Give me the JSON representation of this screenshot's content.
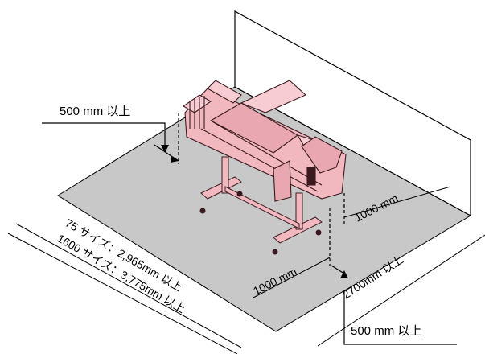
{
  "labels": {
    "clearance_left": "500 mm 以上",
    "clearance_bottom_right": "500 mm 以上",
    "depth_right": "1000 mm",
    "depth_front": "1000 mm",
    "width_side": "2700mm 以上",
    "size_75": "75 サイズ：2,965mm 以上",
    "size_1600": "1600 サイズ：3,775mm 以上"
  },
  "colors": {
    "floor": "#c8c8c8",
    "printer_body": "#f2b8bf",
    "printer_outline": "#3a1a1e",
    "wall": "#ffffff",
    "line": "#000000"
  }
}
